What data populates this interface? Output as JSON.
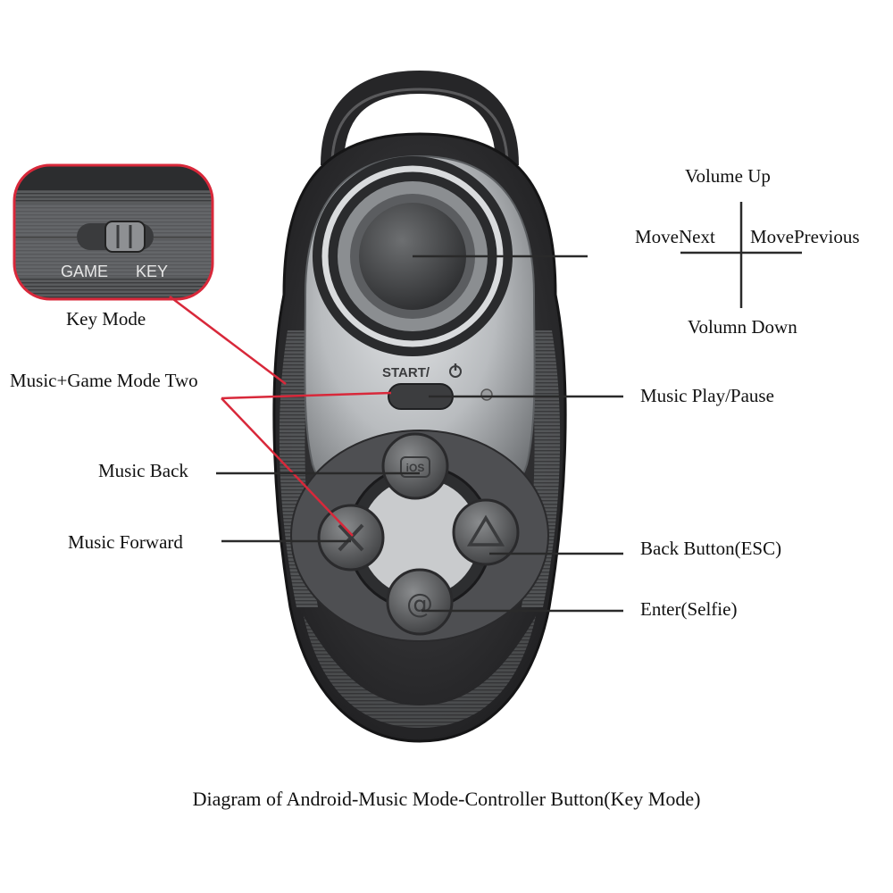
{
  "inset": {
    "game_label": "GAME",
    "key_label": "KEY",
    "title": "Key Mode"
  },
  "controller": {
    "start_label": "START/",
    "ios_button_label": "iOS"
  },
  "joystick_directions": {
    "up": "Volume Up",
    "left": "MoveNext",
    "right": "MovePrevious",
    "down": "Volumn Down"
  },
  "callouts": {
    "mode_two": "Music+Game Mode Two",
    "play_pause": "Music Play/Pause",
    "music_back": "Music Back",
    "music_forward": "Music Forward",
    "back_button": "Back Button(ESC)",
    "enter": "Enter(Selfie)"
  },
  "caption": "Diagram of Android-Music Mode-Controller Button(Key Mode)",
  "colors": {
    "leader_red": "#d8283a",
    "leader_dark": "#2a2a2a",
    "body_dark": "#2f2f31",
    "body_silver": "#b8bbbe"
  }
}
